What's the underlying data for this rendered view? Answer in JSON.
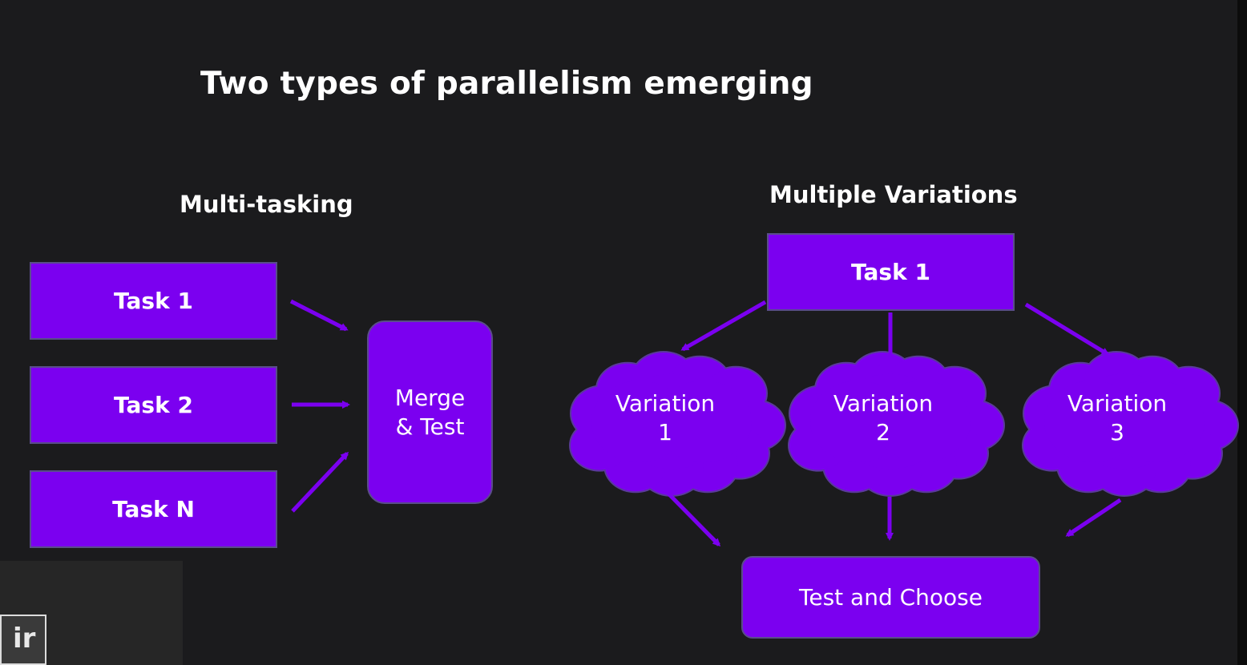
{
  "title": "Two types of parallelism emerging",
  "left": {
    "heading": "Multi-tasking",
    "tasks": [
      "Task 1",
      "Task 2",
      "Task N"
    ],
    "merge_line1": "Merge",
    "merge_line2": "& Test"
  },
  "right": {
    "heading": "Multiple Variations",
    "task": "Task 1",
    "variations": [
      {
        "line1": "Variation",
        "line2": "1"
      },
      {
        "line1": "Variation",
        "line2": "2"
      },
      {
        "line1": "Variation",
        "line2": "3"
      }
    ],
    "final": "Test and Choose"
  },
  "webcam_label": "ir",
  "colors": {
    "background": "#1b1b1d",
    "box_fill": "#7b00f0",
    "arrow": "#7b00f0",
    "text": "#ffffff"
  }
}
